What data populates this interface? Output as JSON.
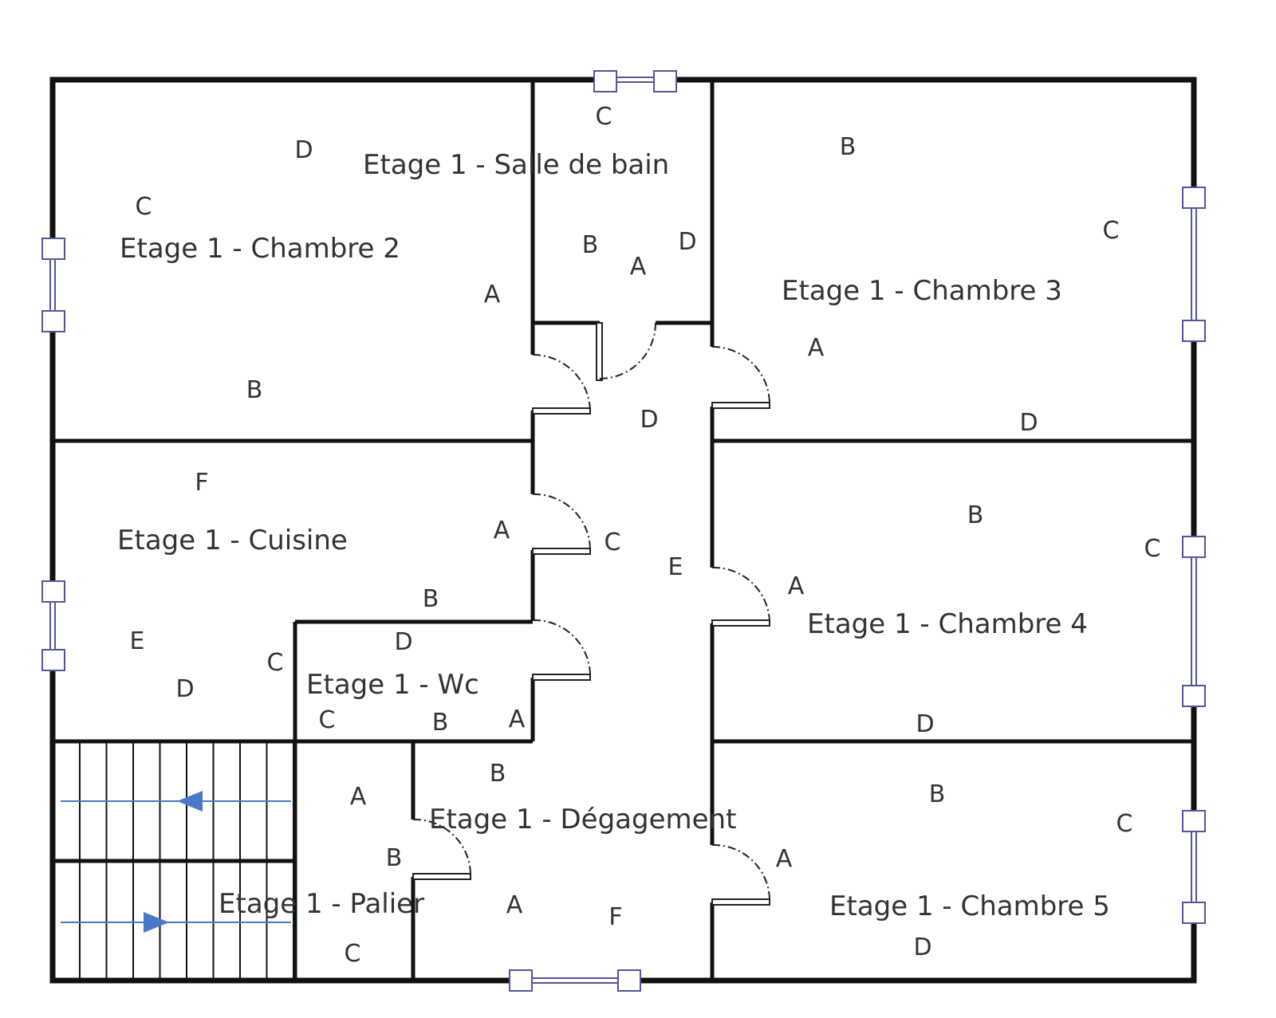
{
  "plan": {
    "rooms": [
      {
        "name": "Etage 1 - Chambre 2"
      },
      {
        "name": "Etage 1 - Salle de bain"
      },
      {
        "name": "Etage 1 - Chambre 3"
      },
      {
        "name": "Etage 1 - Cuisine"
      },
      {
        "name": "Etage 1 - Chambre 4"
      },
      {
        "name": "Etage 1 - Wc"
      },
      {
        "name": "Etage 1 - Dégagement"
      },
      {
        "name": "Etage 1 - Palier"
      },
      {
        "name": "Etage 1 - Chambre 5"
      }
    ],
    "wall_tags": {
      "chambre2": [
        "D",
        "C",
        "A",
        "B"
      ],
      "salle_de_bain": [
        "C",
        "B",
        "A",
        "D"
      ],
      "chambre3": [
        "B",
        "C",
        "A",
        "D"
      ],
      "degagement": [
        "D",
        "E",
        "C",
        "F",
        "A",
        "B"
      ],
      "cuisine": [
        "F",
        "A",
        "B",
        "E",
        "D",
        "C"
      ],
      "wc": [
        "D",
        "A",
        "C",
        "B"
      ],
      "chambre4": [
        "B",
        "C",
        "A",
        "D"
      ],
      "chambre5": [
        "B",
        "C",
        "A",
        "D"
      ],
      "palier": [
        "A",
        "B",
        "C"
      ]
    },
    "colors": {
      "wall": "#111111",
      "window": "#55559a",
      "stair_arrow": "#4a78c8",
      "text": "#333333"
    }
  }
}
